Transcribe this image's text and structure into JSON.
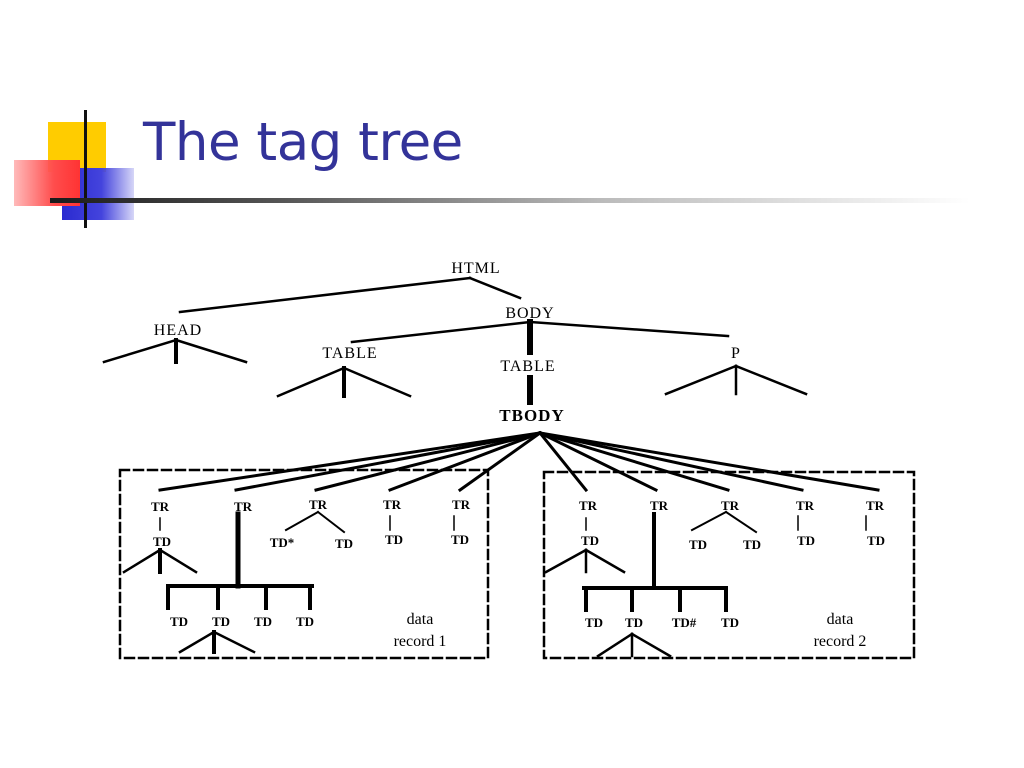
{
  "title": "The tag tree",
  "tree": {
    "html": "HTML",
    "head": "HEAD",
    "body": "BODY",
    "table1": "TABLE",
    "table2": "TABLE",
    "p": "P",
    "tbody": "TBODY",
    "record1": {
      "tr": [
        "TR",
        "TR",
        "TR",
        "TR",
        "TR"
      ],
      "td_r1": "TD",
      "td_r3a": "TD*",
      "td_r3b": "TD",
      "td_r4": "TD",
      "td_r5": "TD",
      "td_row": [
        "TD",
        "TD",
        "TD",
        "TD"
      ],
      "caption_line1": "data",
      "caption_line2": "record 1"
    },
    "record2": {
      "tr": [
        "TR",
        "TR",
        "TR",
        "TR",
        "TR"
      ],
      "td_r1": "TD",
      "td_r3a": "TD",
      "td_r3b": "TD",
      "td_r4": "TD",
      "td_r5": "TD",
      "td_row": [
        "TD",
        "TD",
        "TD#",
        "TD"
      ],
      "caption_line1": "data",
      "caption_line2": "record 2"
    }
  }
}
